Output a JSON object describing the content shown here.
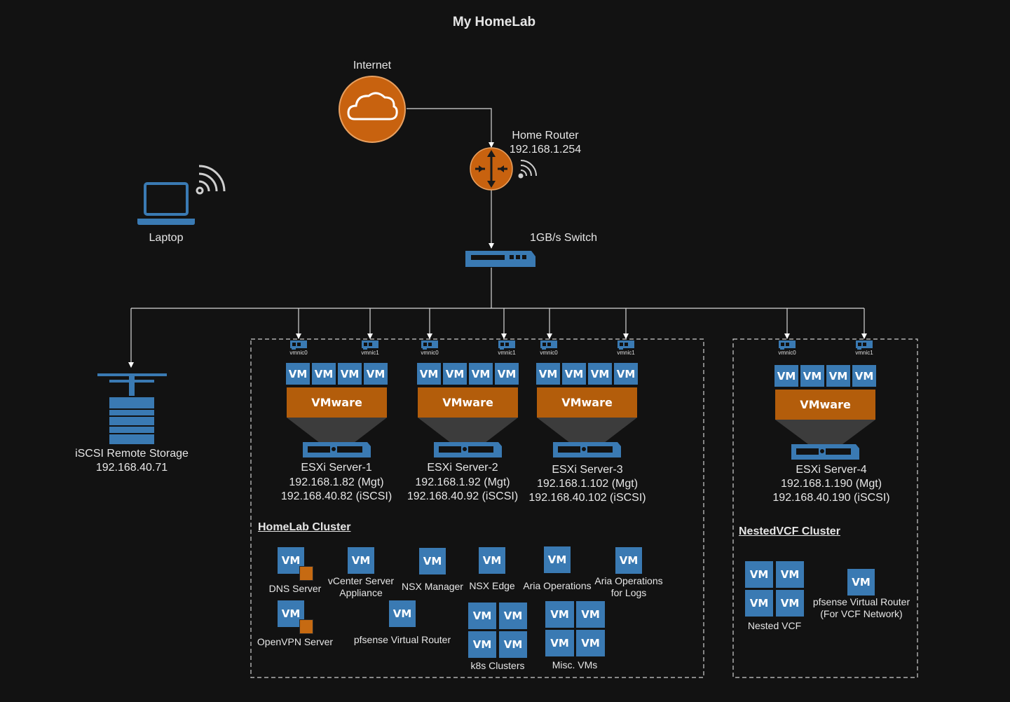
{
  "title": "My HomeLab",
  "colors": {
    "background": "#121212",
    "accent_orange": "#c8620f",
    "vm_blue": "#3a7ab3",
    "line": "#d8d8d8"
  },
  "network": {
    "internet": "Internet",
    "router_name": "Home Router",
    "router_ip": "192.168.1.254",
    "switch": "1GB/s Switch",
    "laptop": "Laptop",
    "storage_name": "iSCSI Remote Storage",
    "storage_ip": "192.168.40.71"
  },
  "nics": {
    "nic0": "vmnic0",
    "nic1": "vmnic1"
  },
  "vm_badge": "VM",
  "hypervisor": "VMware",
  "servers": [
    {
      "name": "ESXi Server-1",
      "mgt": "192.168.1.82 (Mgt)",
      "iscsi": "192.168.40.82 (iSCSI)"
    },
    {
      "name": "ESXi Server-2",
      "mgt": "192.168.1.92 (Mgt)",
      "iscsi": "192.168.40.92 (iSCSI)"
    },
    {
      "name": "ESXi Server-3",
      "mgt": "192.168.1.102 (Mgt)",
      "iscsi": "192.168.40.102 (iSCSI)"
    },
    {
      "name": "ESXi Server-4",
      "mgt": "192.168.1.190 (Mgt)",
      "iscsi": "192.168.40.190 (iSCSI)"
    }
  ],
  "homelab_cluster": {
    "title": "HomeLab Cluster",
    "vms": {
      "dns": "DNS Server",
      "vcenter_1": "vCenter Server",
      "vcenter_2": "Appliance",
      "nsx_manager": "NSX Manager",
      "nsx_edge": "NSX Edge",
      "aria_ops": "Aria Operations",
      "aria_logs_1": "Aria Operations",
      "aria_logs_2": "for Logs",
      "openvpn": "OpenVPN Server",
      "pfsense": "pfsense Virtual Router",
      "k8s": "k8s Clusters",
      "misc": "Misc. VMs"
    }
  },
  "nested_cluster": {
    "title": "NestedVCF Cluster",
    "vms": {
      "nested_vcf": "Nested VCF",
      "pfsense_1": "pfsense Virtual Router",
      "pfsense_2": "(For VCF Network)"
    }
  }
}
